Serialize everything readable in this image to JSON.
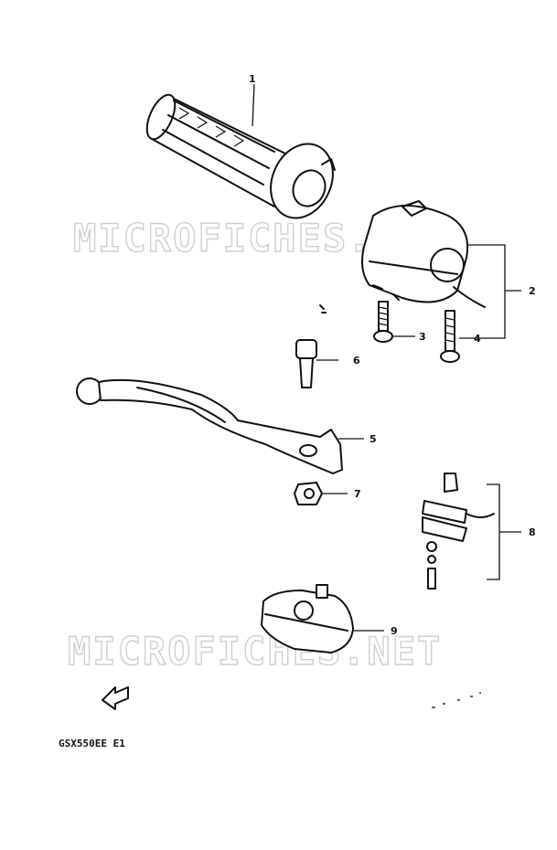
{
  "watermark": "MICROFICHES.NET",
  "model_code": "GSX550EE E1",
  "callouts": [
    "1",
    "2",
    "3",
    "4",
    "5",
    "6",
    "7",
    "8",
    "9"
  ],
  "icons": {
    "direction": "front-arrow-icon"
  }
}
